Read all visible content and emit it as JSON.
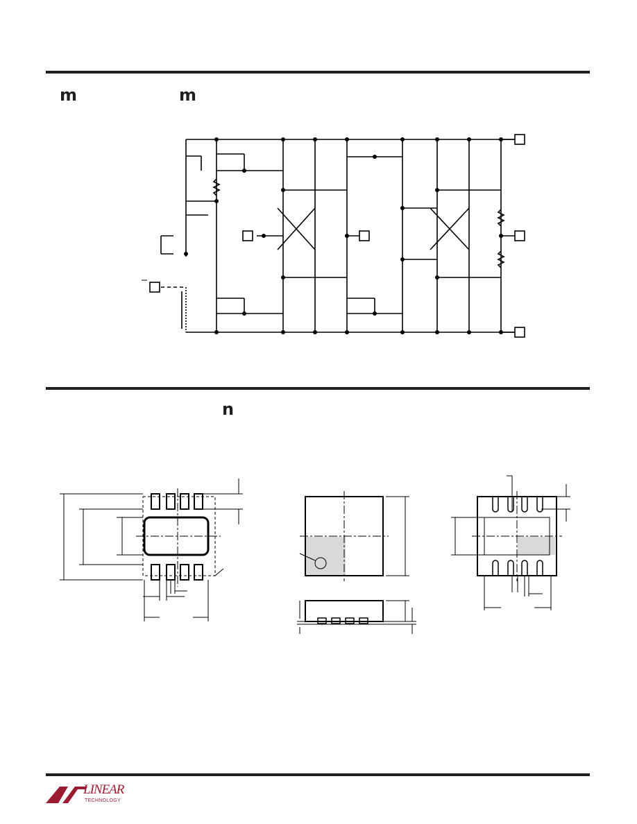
{
  "sections": {
    "schematic": {
      "heading_glyph_left": "m",
      "heading_glyph_right": "m"
    },
    "package": {
      "heading_glyph": "n"
    }
  },
  "footer": {
    "logo_word": "LINEAR",
    "logo_sub": "TECHNOLOGY"
  },
  "colors": {
    "rule": "#231f20",
    "logo": "#9b1b30",
    "pad_fill": "#d9d9d9"
  }
}
